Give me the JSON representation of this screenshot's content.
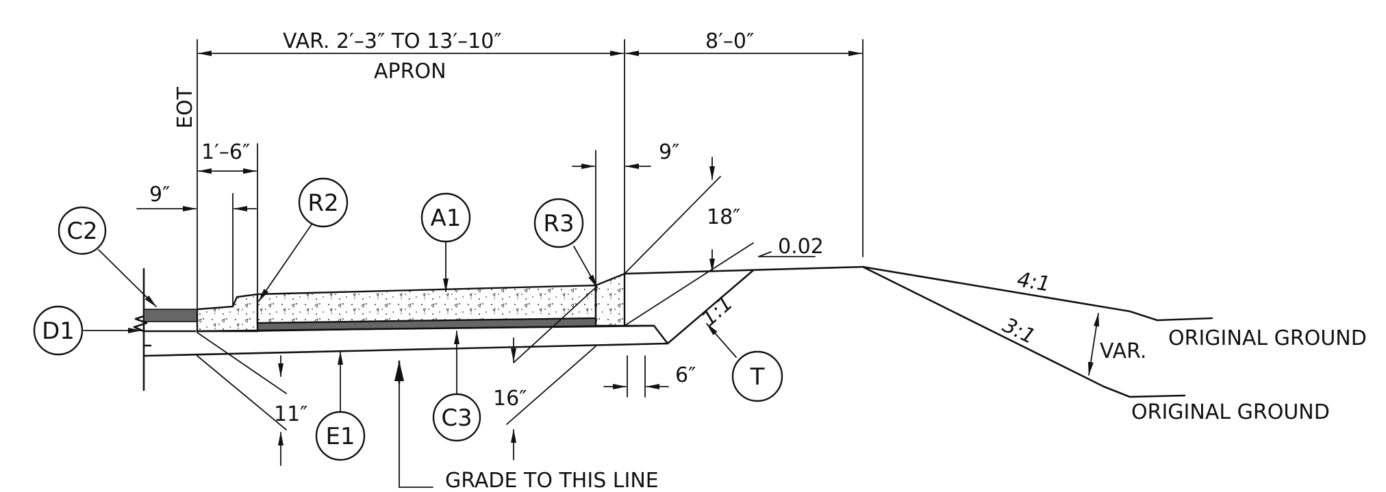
{
  "dimensions": {
    "apron_width": "VAR. 2′–3″ TO  13′–10″",
    "apron_label": "APRON",
    "shoulder_width": "8′–0″",
    "eot": "EOT",
    "gutter_width": "1′–6″",
    "edge_offset": "9″",
    "right_offset": "9″",
    "depth_18": "18″",
    "depth_11": "11″",
    "depth_16": "16″",
    "toe_6": "6″",
    "slope_002": "0.02",
    "slope_4_1": "4:1",
    "slope_3_1": "3:1",
    "slope_1_1": "1:1",
    "var": "VAR.",
    "original_ground_upper": "ORIGINAL GROUND",
    "original_ground_lower": "ORIGINAL GROUND",
    "grade_note": "GRADE TO  THIS LINE"
  },
  "callouts": {
    "c2": "C2",
    "d1": "D1",
    "r2": "R2",
    "a1": "A1",
    "r3": "R3",
    "e1": "E1",
    "c3": "C3",
    "t": "T"
  }
}
